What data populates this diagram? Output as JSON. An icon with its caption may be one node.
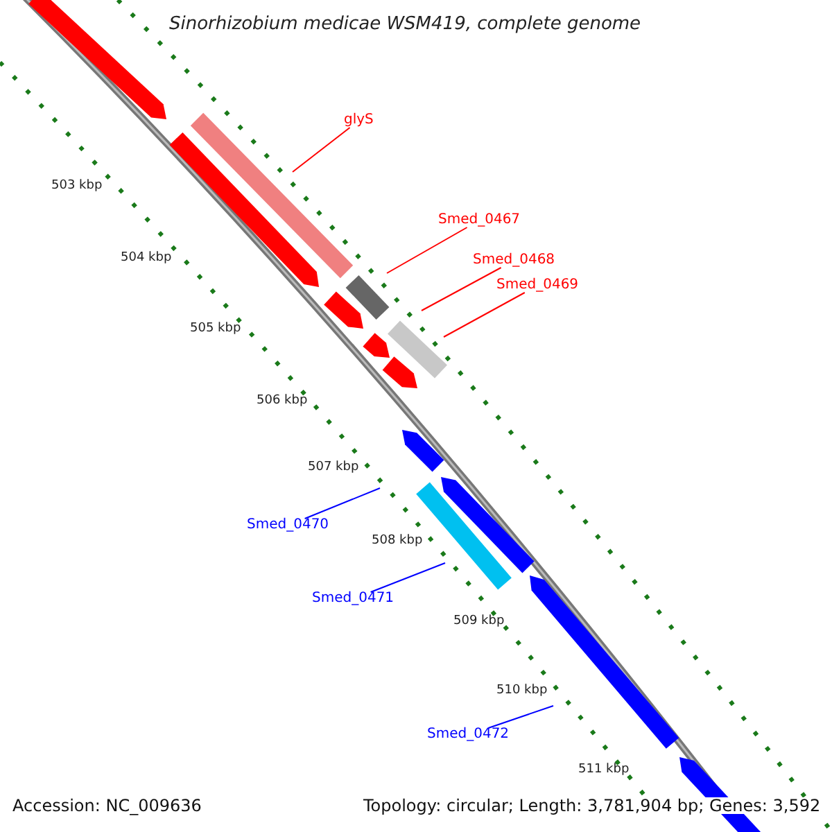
{
  "diagram": {
    "title": "Sinorhizobium medicae WSM419, complete genome",
    "nodes": [
      {
        "text": [
          "glyS"
        ]
      },
      {
        "text": [
          "Smed_0467"
        ]
      },
      {
        "text": [
          "Smed_0468"
        ]
      },
      {
        "text": [
          "Smed_0469"
        ]
      },
      {
        "text": [
          "Smed_0470"
        ]
      },
      {
        "text": [
          "Smed_0471"
        ]
      },
      {
        "text": [
          "Smed_0472"
        ]
      }
    ],
    "edges": [
      {
        "from": 0,
        "to": null,
        "arrow": "none"
      },
      {
        "from": 1,
        "to": null,
        "arrow": "none"
      },
      {
        "from": 2,
        "to": null,
        "arrow": "none"
      },
      {
        "from": 3,
        "to": null,
        "arrow": "none"
      },
      {
        "from": 4,
        "to": null,
        "arrow": "none",
        "color": "#0000ff"
      },
      {
        "from": 5,
        "to": null,
        "arrow": "none",
        "color": "#0000ff"
      },
      {
        "from": 6,
        "to": null,
        "arrow": "none",
        "color": "#0000ff"
      }
    ],
    "labels": [
      "503 kbp",
      "504 kbp",
      "505 kbp",
      "506 kbp",
      "507 kbp",
      "508 kbp",
      "509 kbp",
      "510 kbp",
      "511 kbp",
      "Accession: NC_009636",
      "Topology: circular; Length: 3,781,904 bp; Genes: 3,592"
    ]
  }
}
